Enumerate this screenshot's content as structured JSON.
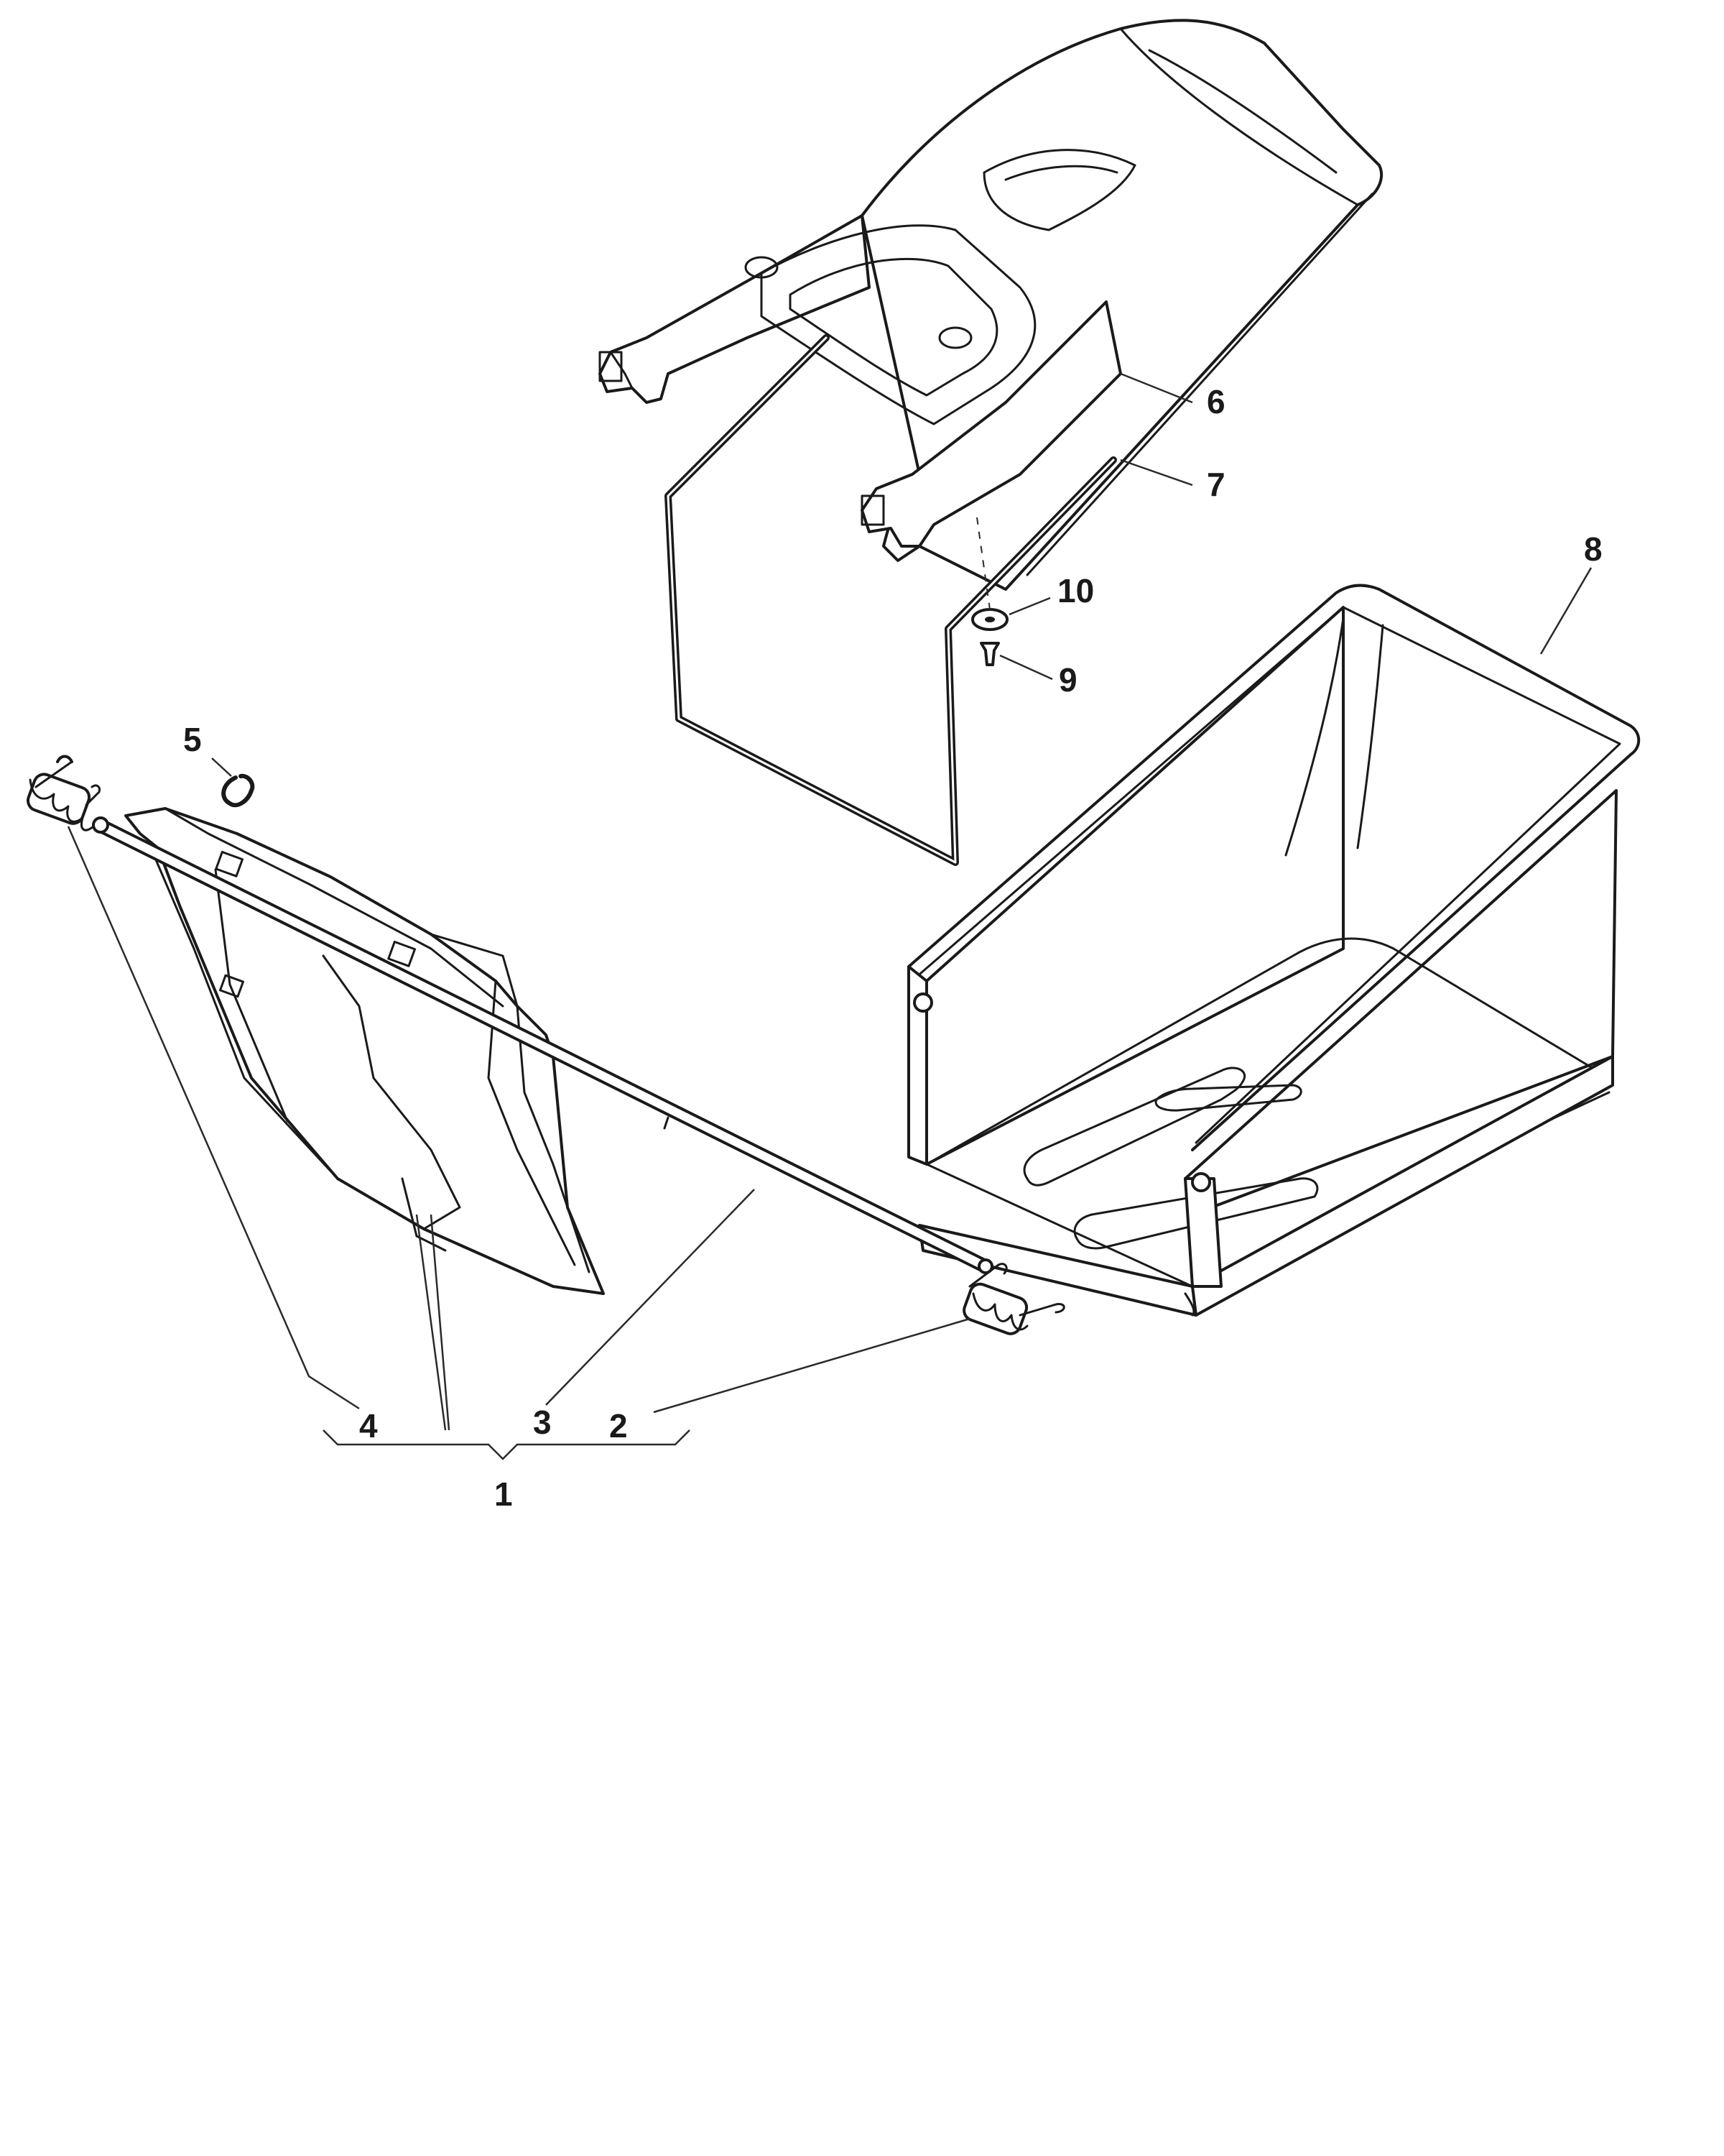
{
  "callouts": {
    "c1": "1",
    "c2": "2",
    "c3": "3",
    "c4": "4",
    "c5": "5",
    "c6": "6",
    "c7": "7",
    "c8": "8",
    "c9": "9",
    "c10": "10"
  },
  "colors": {
    "line": "#1a1a1a",
    "panel_tint": "#e6eef0",
    "background": "#ffffff"
  }
}
